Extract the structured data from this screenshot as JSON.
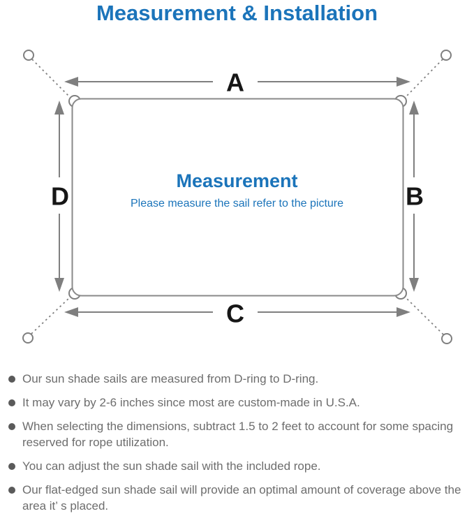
{
  "title": "Measurement & Installation",
  "diagram": {
    "labels": {
      "top": "A",
      "right": "B",
      "bottom": "C",
      "left": "D"
    },
    "center_heading": "Measurement",
    "center_subtext": "Please measure the sail refer to the picture"
  },
  "notes": {
    "items": [
      "Our sun shade sails are measured from D-ring to D-ring.",
      "It may vary by 2-6 inches since most are custom-made in U.S.A.",
      "When selecting the dimensions, subtract 1.5 to 2 feet to account for some spacing reserved for rope utilization.",
      "You can adjust the sun shade sail with the included rope.",
      "Our flat-edged sun shade sail will provide an optimal amount of coverage above the area it’ s placed."
    ]
  },
  "colors": {
    "accent_blue": "#1b74ba",
    "line_gray": "#7f7f7f",
    "outline_gray": "#8a8a8a",
    "note_text_gray": "#6d6d6d",
    "label_black": "#161616"
  }
}
